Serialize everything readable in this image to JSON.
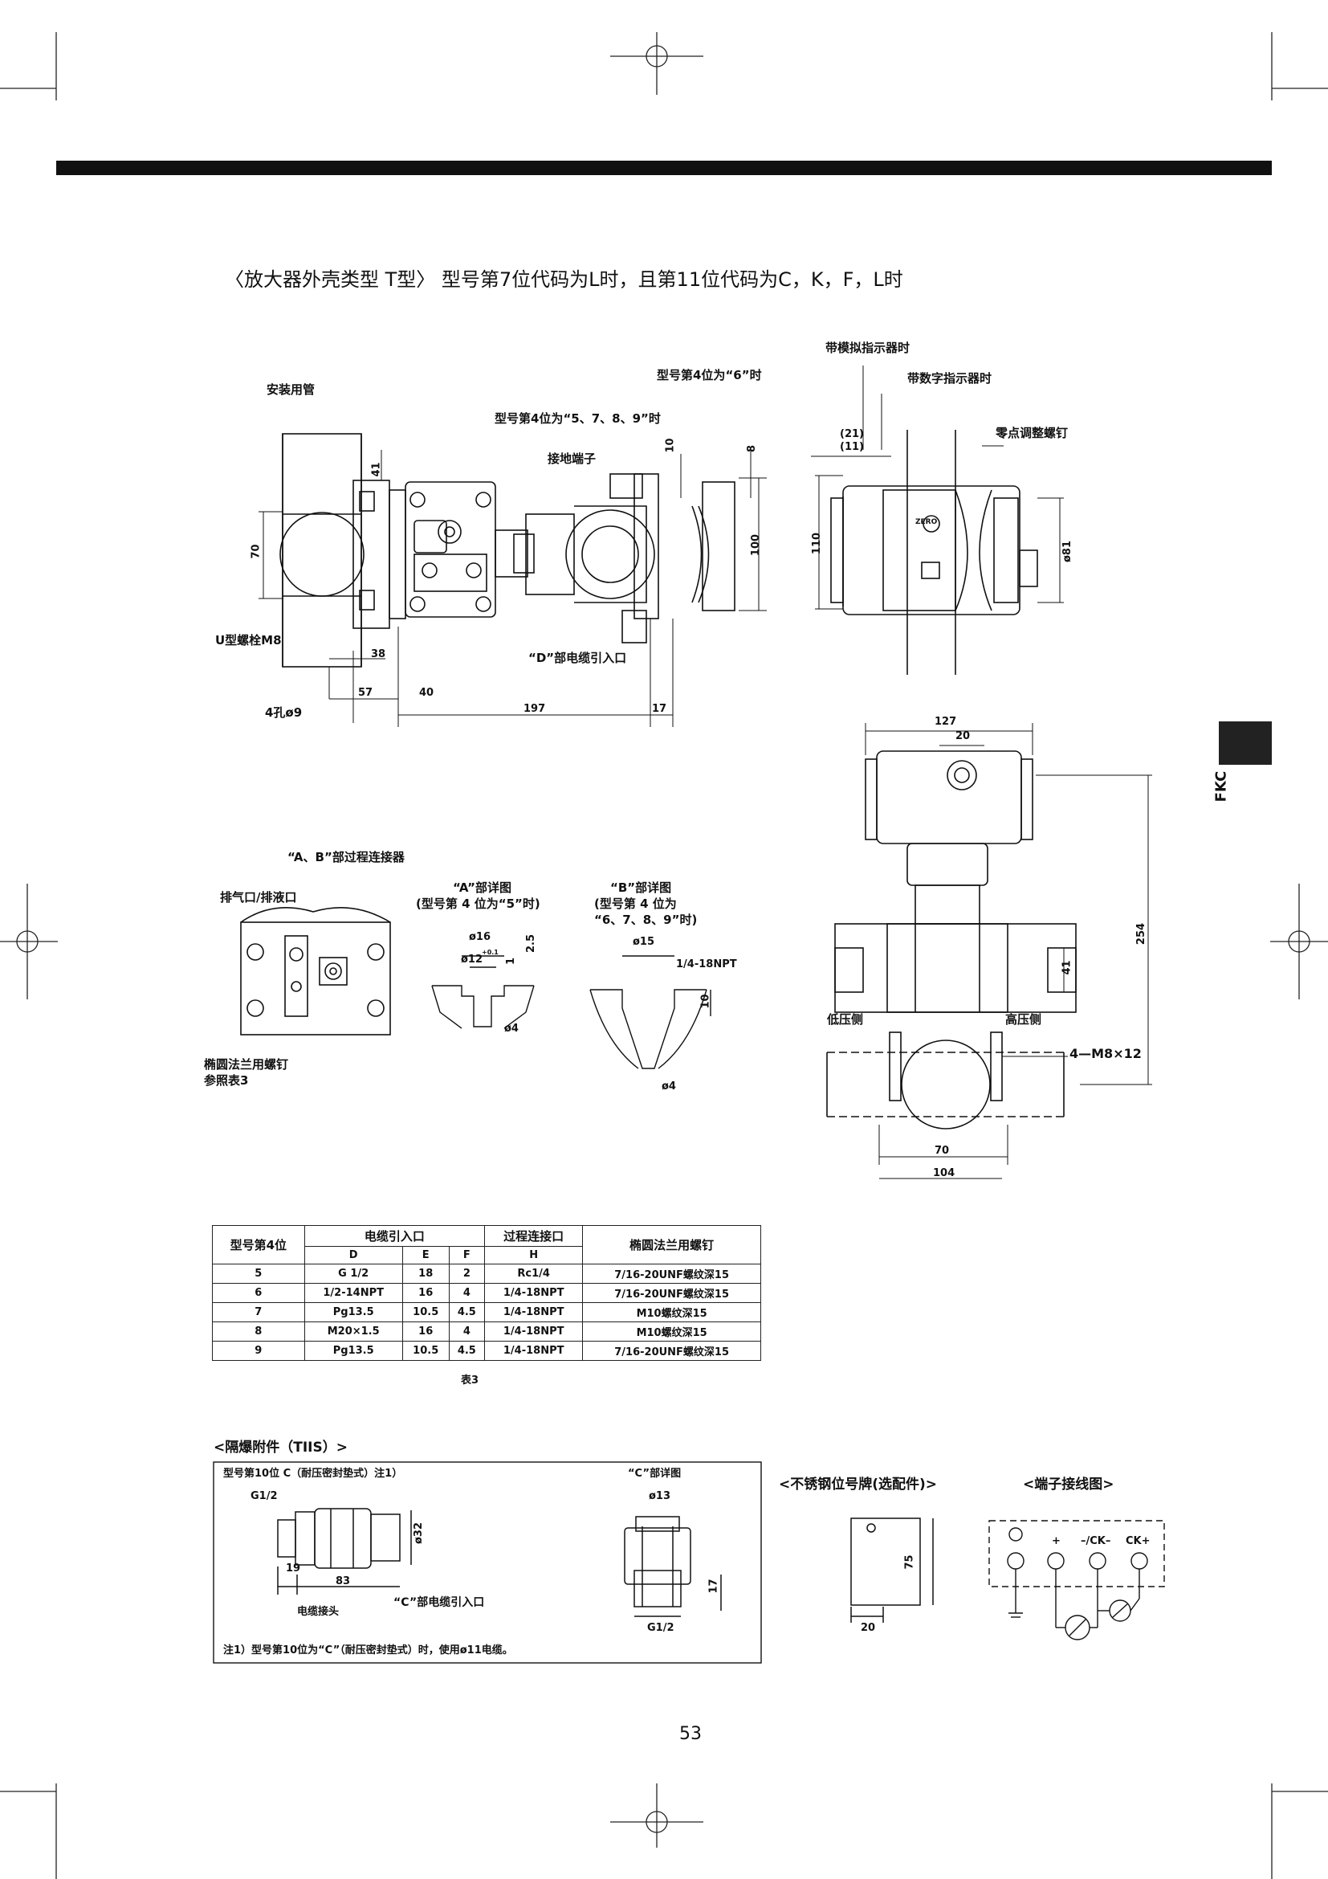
{
  "header": {
    "title": "〈放大器外壳类型  T型〉 型号第7位代码为L时，且第11位代码为C，K，F，L时"
  },
  "side_tab": {
    "label": "FKC"
  },
  "fig1": {
    "pipe": "安装用管",
    "code4_579": "型号第4位为“5、7、8、9”时",
    "code4_6": "型号第4位为“6”时",
    "ground": "接地端子",
    "ubolt": "U型螺栓M8",
    "holes": "4孔ø9",
    "cable_d": "“D”部电缆引入口",
    "analog": "带模拟指示器时",
    "digital": "带数字指示器时",
    "zero": "零点调整螺钉",
    "d70": "70",
    "d41": "41",
    "d38": "38",
    "d57": "57",
    "d40": "40",
    "d197": "197",
    "d17": "17",
    "d10": "10",
    "d8": "8",
    "d100": "100",
    "d110": "110",
    "d21": "(21)",
    "d11": "(11)",
    "d81": "ø81",
    "zero_mark": "ZERO"
  },
  "fig2": {
    "ab_conn": "“A、B”部过程连接器",
    "vent": "排气口/排液口",
    "flange_bolt": "椭圆法兰用螺钉",
    "ref": "参照表3",
    "a_title": "“A”部详图",
    "a_sub": "(型号第 4 位为“5”时)",
    "b_title": "“B”部详图",
    "b_sub1": "(型号第 4 位为",
    "b_sub2": "“6、7、8、9”时)",
    "a_16": "ø16",
    "a_12": "ø12",
    "a_tol": "+0.1",
    "a_1": "1",
    "a_2": "2.5",
    "a_4": "ø4",
    "b_15": "ø15",
    "b_npt": "1/4-18NPT",
    "b_10": "10",
    "b_4": "ø4"
  },
  "fig3": {
    "d127": "127",
    "d20": "20",
    "d254": "254",
    "d41": "41",
    "low": "低压侧",
    "high": "高压侧",
    "bolt": "4—M8×12",
    "d70": "70",
    "d104": "104"
  },
  "table3": {
    "h_model": "型号第4位",
    "h_cable": "电缆引入口",
    "h_process": "过程连接口",
    "h_flange": "椭圆法兰用螺钉",
    "sub": [
      "D",
      "E",
      "F",
      "H"
    ],
    "rows": [
      [
        "5",
        "G 1/2",
        "18",
        "2",
        "Rc1/4",
        "7/16-20UNF螺纹深15"
      ],
      [
        "6",
        "1/2-14NPT",
        "16",
        "4",
        "1/4-18NPT",
        "7/16-20UNF螺纹深15"
      ],
      [
        "7",
        "Pg13.5",
        "10.5",
        "4.5",
        "1/4-18NPT",
        "M10螺纹深15"
      ],
      [
        "8",
        "M20×1.5",
        "16",
        "4",
        "1/4-18NPT",
        "M10螺纹深15"
      ],
      [
        "9",
        "Pg13.5",
        "10.5",
        "4.5",
        "1/4-18NPT",
        "7/16-20UNF螺纹深15"
      ]
    ],
    "caption": "表3"
  },
  "tiis": {
    "title": "<隔爆附件（TIIS）>",
    "subtitle": "型号第10位 C（耐压密封垫式）注1）",
    "g12": "G1/2",
    "d19": "19",
    "d83": "83",
    "d32": "ø32",
    "connector": "电缆接头",
    "c_inlet": "“C”部电缆引入口",
    "c_detail": "“C”部详图",
    "d13": "ø13",
    "d17": "17",
    "c_g12": "G1/2",
    "note": "注1）型号第10位为“C”（耐压密封垫式）时，使用ø11电缆。"
  },
  "tag": {
    "title": "<不锈钢位号牌(选配件)>",
    "d75": "75",
    "d20": "20"
  },
  "wiring": {
    "title": "<端子接线图>",
    "plus": "+",
    "ck_minus": "–/CK–",
    "ck_plus": "CK+"
  },
  "footer": {
    "page": "53"
  }
}
